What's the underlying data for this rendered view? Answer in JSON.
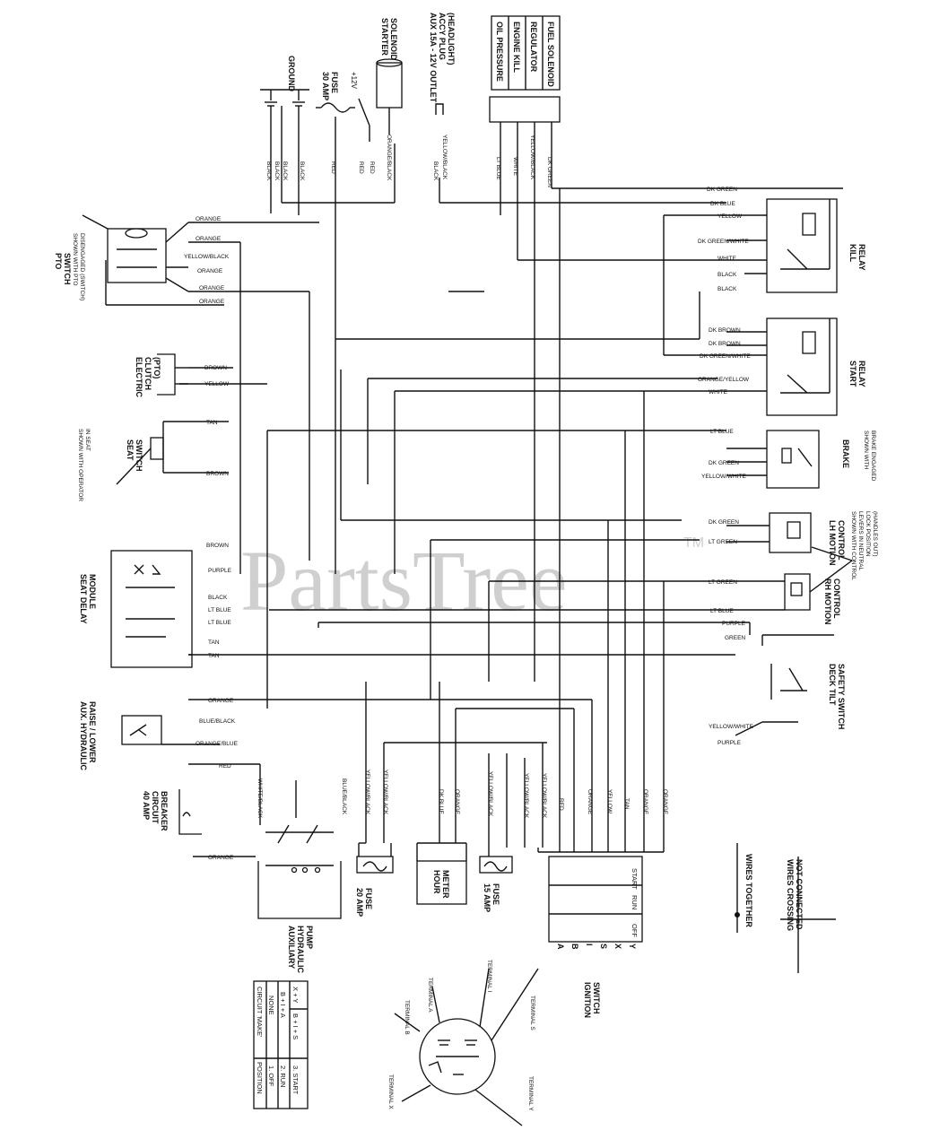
{
  "watermark": {
    "text": "PartsTree",
    "trademark": "TM"
  },
  "components": {
    "ground": "GROUND",
    "fuse_30": [
      "30 AMP",
      "FUSE"
    ],
    "plus_12v": "+12V",
    "starter_solenoid": [
      "STARTER",
      "SOLENOID"
    ],
    "aux_outlet": [
      "AUX 15A - 12V OUTLET",
      "ACCY PLUG",
      "(HEADLIGHT)"
    ],
    "top_connector": [
      "OIL PRESSURE",
      "ENGINE KILL",
      "REGULATOR",
      "FUEL SOLENOID"
    ],
    "pto_switch": [
      "PTO",
      "SWITCH"
    ],
    "pto_note": [
      "SHOWN WITH PTO",
      "DISENGAGED (SWITCH)"
    ],
    "electric_clutch": [
      "ELECTRIC",
      "CLUTCH",
      "(PTO)"
    ],
    "seat_switch": [
      "SEAT",
      "SWITCH"
    ],
    "seat_note": [
      "SHOWN WITH OPERATOR",
      "IN SEAT"
    ],
    "seat_delay": [
      "SEAT DELAY",
      "MODULE"
    ],
    "aux_hyd_switch": [
      "AUX. HYDRAULIC",
      "RAISE / LOWER"
    ],
    "breaker_40": [
      "40 AMP",
      "CIRCUIT",
      "BREAKER"
    ],
    "aux_pump": [
      "AUXILIARY",
      "HYDRAULIC",
      "PUMP"
    ],
    "fuse_20": [
      "20 AMP",
      "FUSE"
    ],
    "hour_meter": [
      "HOUR",
      "METER"
    ],
    "fuse_15": [
      "15 AMP",
      "FUSE"
    ],
    "ignition_switch": [
      "IGNITION",
      "SWITCH"
    ],
    "kill_relay": [
      "KILL",
      "RELAY"
    ],
    "start_relay": [
      "START",
      "RELAY"
    ],
    "brake": "BRAKE",
    "brake_note": [
      "SHOWN WITH",
      "BRAKE ENGAGED"
    ],
    "lh_motion": [
      "LH MOTION",
      "CONTROL"
    ],
    "motion_note": [
      "SHOWN WITH CONTROL",
      "LEVERS IN NEUTRAL",
      "LOCK POSITION",
      "(HANDLES OUT)"
    ],
    "rh_motion": [
      "RH MOTION",
      "CONTROL"
    ],
    "deck_tilt": [
      "DECK TILT",
      "SAFETY SWITCH"
    ],
    "wires_crossing": [
      "WIRES CROSSING",
      "NOT CONNECTED"
    ],
    "wires_together": "WIRES TOGETHER"
  },
  "wire_colors": {
    "ground": [
      "BLACK",
      "BLACK",
      "BLACK",
      "BLACK"
    ],
    "fuse_side": [
      "RED",
      "RED",
      "RED",
      "ORANGE/BLACK"
    ],
    "outlet": [
      "BLACK",
      "YELLOW/BLACK"
    ],
    "top_conn": [
      "LT BLUE",
      "WHITE",
      "YELLOW/BLACK",
      "DK GREEN"
    ],
    "pto": [
      "ORANGE",
      "ORANGE",
      "YELLOW/BLACK",
      "ORANGE",
      "ORANGE",
      "ORANGE"
    ],
    "clutch": [
      "BROWN",
      "YELLOW"
    ],
    "seat": [
      "TAN",
      "BROWN"
    ],
    "seat_delay": [
      "BROWN",
      "PURPLE",
      "BLACK",
      "LT BLUE",
      "LT BLUE",
      "TAN",
      "TAN"
    ],
    "aux_hyd": [
      "ORANGE",
      "BLUE/BLACK",
      "ORANGE/BLUE",
      "RED"
    ],
    "breaker": "ORANGE",
    "bottom_vertical": [
      "WHITE/BLACK",
      "BLUE/BLACK",
      "YELLOW/BLACK",
      "YELLOW/BLACK",
      "DK BLUE",
      "ORANGE",
      "YELLOW/BLACK",
      "YELLOW/BLACK",
      "YELLOW/BLACK",
      "RED",
      "ORANGE",
      "YELLOW",
      "TAN",
      "ORANGE",
      "ORANGE"
    ],
    "kill_relay": [
      "DK GREEN",
      "DK BLUE",
      "YELLOW",
      "DK GREEN/WHITE",
      "WHITE",
      "BLACK",
      "BLACK"
    ],
    "start_relay": [
      "DK BROWN",
      "DK BROWN",
      "DK GREEN/WHITE",
      "ORANGE/YELLOW",
      "WHITE"
    ],
    "brake": [
      "LT BLUE",
      "DK GREEN",
      "YELLOW/WHITE"
    ],
    "lh": [
      "DK GREEN",
      "LT GREEN"
    ],
    "rh": [
      "LT GREEN",
      "LT BLUE"
    ],
    "deck": [
      "PURPLE",
      "GREEN",
      "YELLOW/WHITE",
      "PURPLE"
    ]
  },
  "ignition_rows": [
    "START",
    "RUN",
    "OFF"
  ],
  "ignition_letters": [
    "A",
    "B",
    "I",
    "S",
    "X",
    "Y"
  ],
  "terminals": [
    "TERMINAL B",
    "TERMINAL A",
    "TERMINAL I",
    "TERMINAL S",
    "TERMINAL X",
    "TERMINAL Y"
  ],
  "position_table": {
    "headers": [
      "POSITION",
      "CIRCUIT 'MAKE'"
    ],
    "rows": [
      [
        "1. OFF",
        "NONE"
      ],
      [
        "2. RUN",
        "B + I + A"
      ],
      [
        "3. START",
        "B + I + S"
      ]
    ],
    "extra": [
      "X + Y",
      ""
    ]
  }
}
